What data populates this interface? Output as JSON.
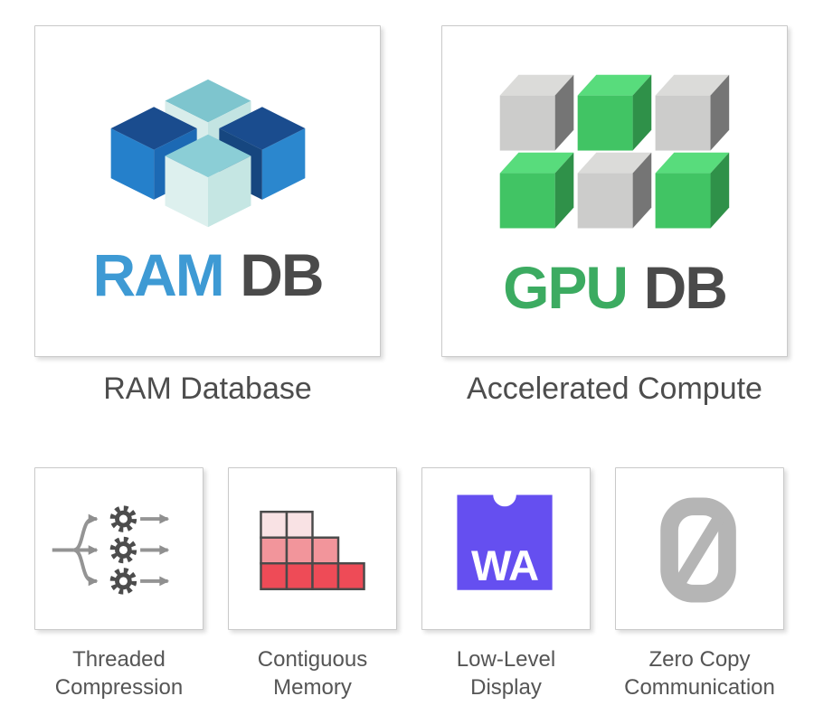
{
  "hero_cards": [
    {
      "name": "ram-database",
      "wordmark_primary": "RAM",
      "wordmark_secondary": "DB",
      "caption": "RAM Database",
      "colors": {
        "wordmark_primary": "#3e9ad4",
        "wordmark_secondary": "#4a4a4a",
        "cube_top_navy": "#1a4c8e",
        "cube_bright_blue": "#2580cb",
        "cube_mid_blue": "#1c69b4",
        "cube_dark_navy": "#16467f",
        "cube_teal_top": "#7ec5ce",
        "cube_pale_teal": "#d8edeb",
        "cube_pale_teal_shade": "#c3e4e2"
      }
    },
    {
      "name": "gpu-database",
      "wordmark_primary": "GPU",
      "wordmark_secondary": "DB",
      "caption": "Accelerated Compute",
      "colors": {
        "wordmark_primary": "#3cab61",
        "wordmark_secondary": "#4a4a4a",
        "cube_green_front": "#41c464",
        "cube_green_top": "#58dc7c",
        "cube_green_side": "#2f9149",
        "cube_gray_front": "#cccccb",
        "cube_gray_top": "#dbdbd9",
        "cube_gray_side": "#757575"
      }
    }
  ],
  "feature_cards": [
    {
      "name": "threaded-compression",
      "icon": "gears-fanout-icon",
      "caption_lines": [
        "Threaded",
        "Compression"
      ],
      "colors": {
        "gear": "#4c4c4c",
        "arrow": "#8f8f8f",
        "fork_line": "#949494"
      }
    },
    {
      "name": "contiguous-memory",
      "icon": "memory-blocks-icon",
      "caption_lines": [
        "Contiguous",
        "Memory"
      ],
      "colors": {
        "row_light": "#f9e2e4",
        "row_mid": "#f2959b",
        "row_dark": "#ee4b57",
        "grid_stroke": "#4a4a4a"
      }
    },
    {
      "name": "low-level-display",
      "icon": "webassembly-icon",
      "icon_text": "WA",
      "caption_lines": [
        "Low-Level",
        "Display"
      ],
      "colors": {
        "background": "#654ff0",
        "text": "#ffffff"
      }
    },
    {
      "name": "zero-copy-communication",
      "icon": "slashed-zero-icon",
      "caption_lines": [
        "Zero Copy",
        "Communication"
      ],
      "colors": {
        "glyph": "#b5b5b5"
      }
    }
  ]
}
